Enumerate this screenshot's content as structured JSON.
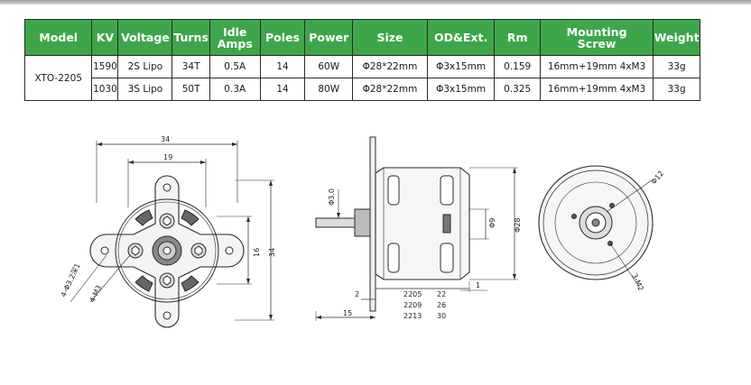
{
  "table": {
    "headers": [
      {
        "line1": "Model",
        "line2": ""
      },
      {
        "line1": "KV",
        "line2": ""
      },
      {
        "line1": "Voltage",
        "line2": ""
      },
      {
        "line1": "Turns",
        "line2": ""
      },
      {
        "line1": "Idle",
        "line2": "Amps"
      },
      {
        "line1": "Poles",
        "line2": ""
      },
      {
        "line1": "Power",
        "line2": ""
      },
      {
        "line1": "Size",
        "line2": ""
      },
      {
        "line1": "OD&Ext.",
        "line2": ""
      },
      {
        "line1": "Rm",
        "line2": ""
      },
      {
        "line1": "Mounting",
        "line2": "Screw"
      },
      {
        "line1": "Weight",
        "line2": ""
      }
    ],
    "model": "XTO-2205",
    "rows": [
      {
        "kv": "1590",
        "voltage": "2S Lipo",
        "turns": "34T",
        "idle": "0.5A",
        "poles": "14",
        "power": "60W",
        "size": "Φ28*22mm",
        "od": "Φ3x15mm",
        "rm": "0.159",
        "screw": "16mm+19mm 4xM3",
        "weight": "33g"
      },
      {
        "kv": "1030",
        "voltage": "3S Lipo",
        "turns": "50T",
        "idle": "0.3A",
        "poles": "14",
        "power": "80W",
        "size": "Φ28*22mm",
        "od": "Φ3x15mm",
        "rm": "0.325",
        "screw": "16mm+19mm 4xM3",
        "weight": "33g"
      }
    ]
  },
  "drawing": {
    "front": {
      "dim_width": "34",
      "dim_inner": "19",
      "dim_height": "34",
      "dim_vertical": "16",
      "hole_label": "4-Φ3.2深1",
      "screw_label": "4-M3"
    },
    "side": {
      "shaft_dia": "Φ3.0",
      "bell_dia": "Φ28",
      "hub_dia": "Φ9",
      "dim_mount": "2",
      "dim_small": "1",
      "dim_shaft_len": "15",
      "length_table": [
        {
          "model": "2205",
          "len": "22"
        },
        {
          "model": "2209",
          "len": "26"
        },
        {
          "model": "2213",
          "len": "30"
        }
      ]
    },
    "rear": {
      "dia": "Φ12",
      "screw_label": "3-M2"
    }
  }
}
